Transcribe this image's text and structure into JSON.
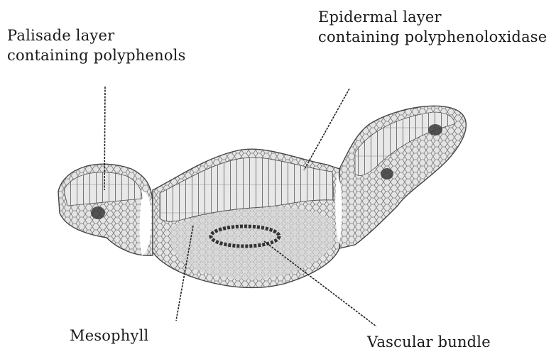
{
  "labels": {
    "palisade": {
      "line1": "Palisade layer",
      "line2": "containing polyphenols"
    },
    "epidermal": {
      "line1": "Epidermal layer",
      "line2": "containing polyphenoloxidase"
    },
    "mesophyll": "Mesophyll",
    "vascular": "Vascular bundle"
  },
  "colors": {
    "ink": "#1a1a1a",
    "tissue_shade": "#d6d6d6",
    "cell_line": "#555555",
    "bundle": "#333333"
  }
}
